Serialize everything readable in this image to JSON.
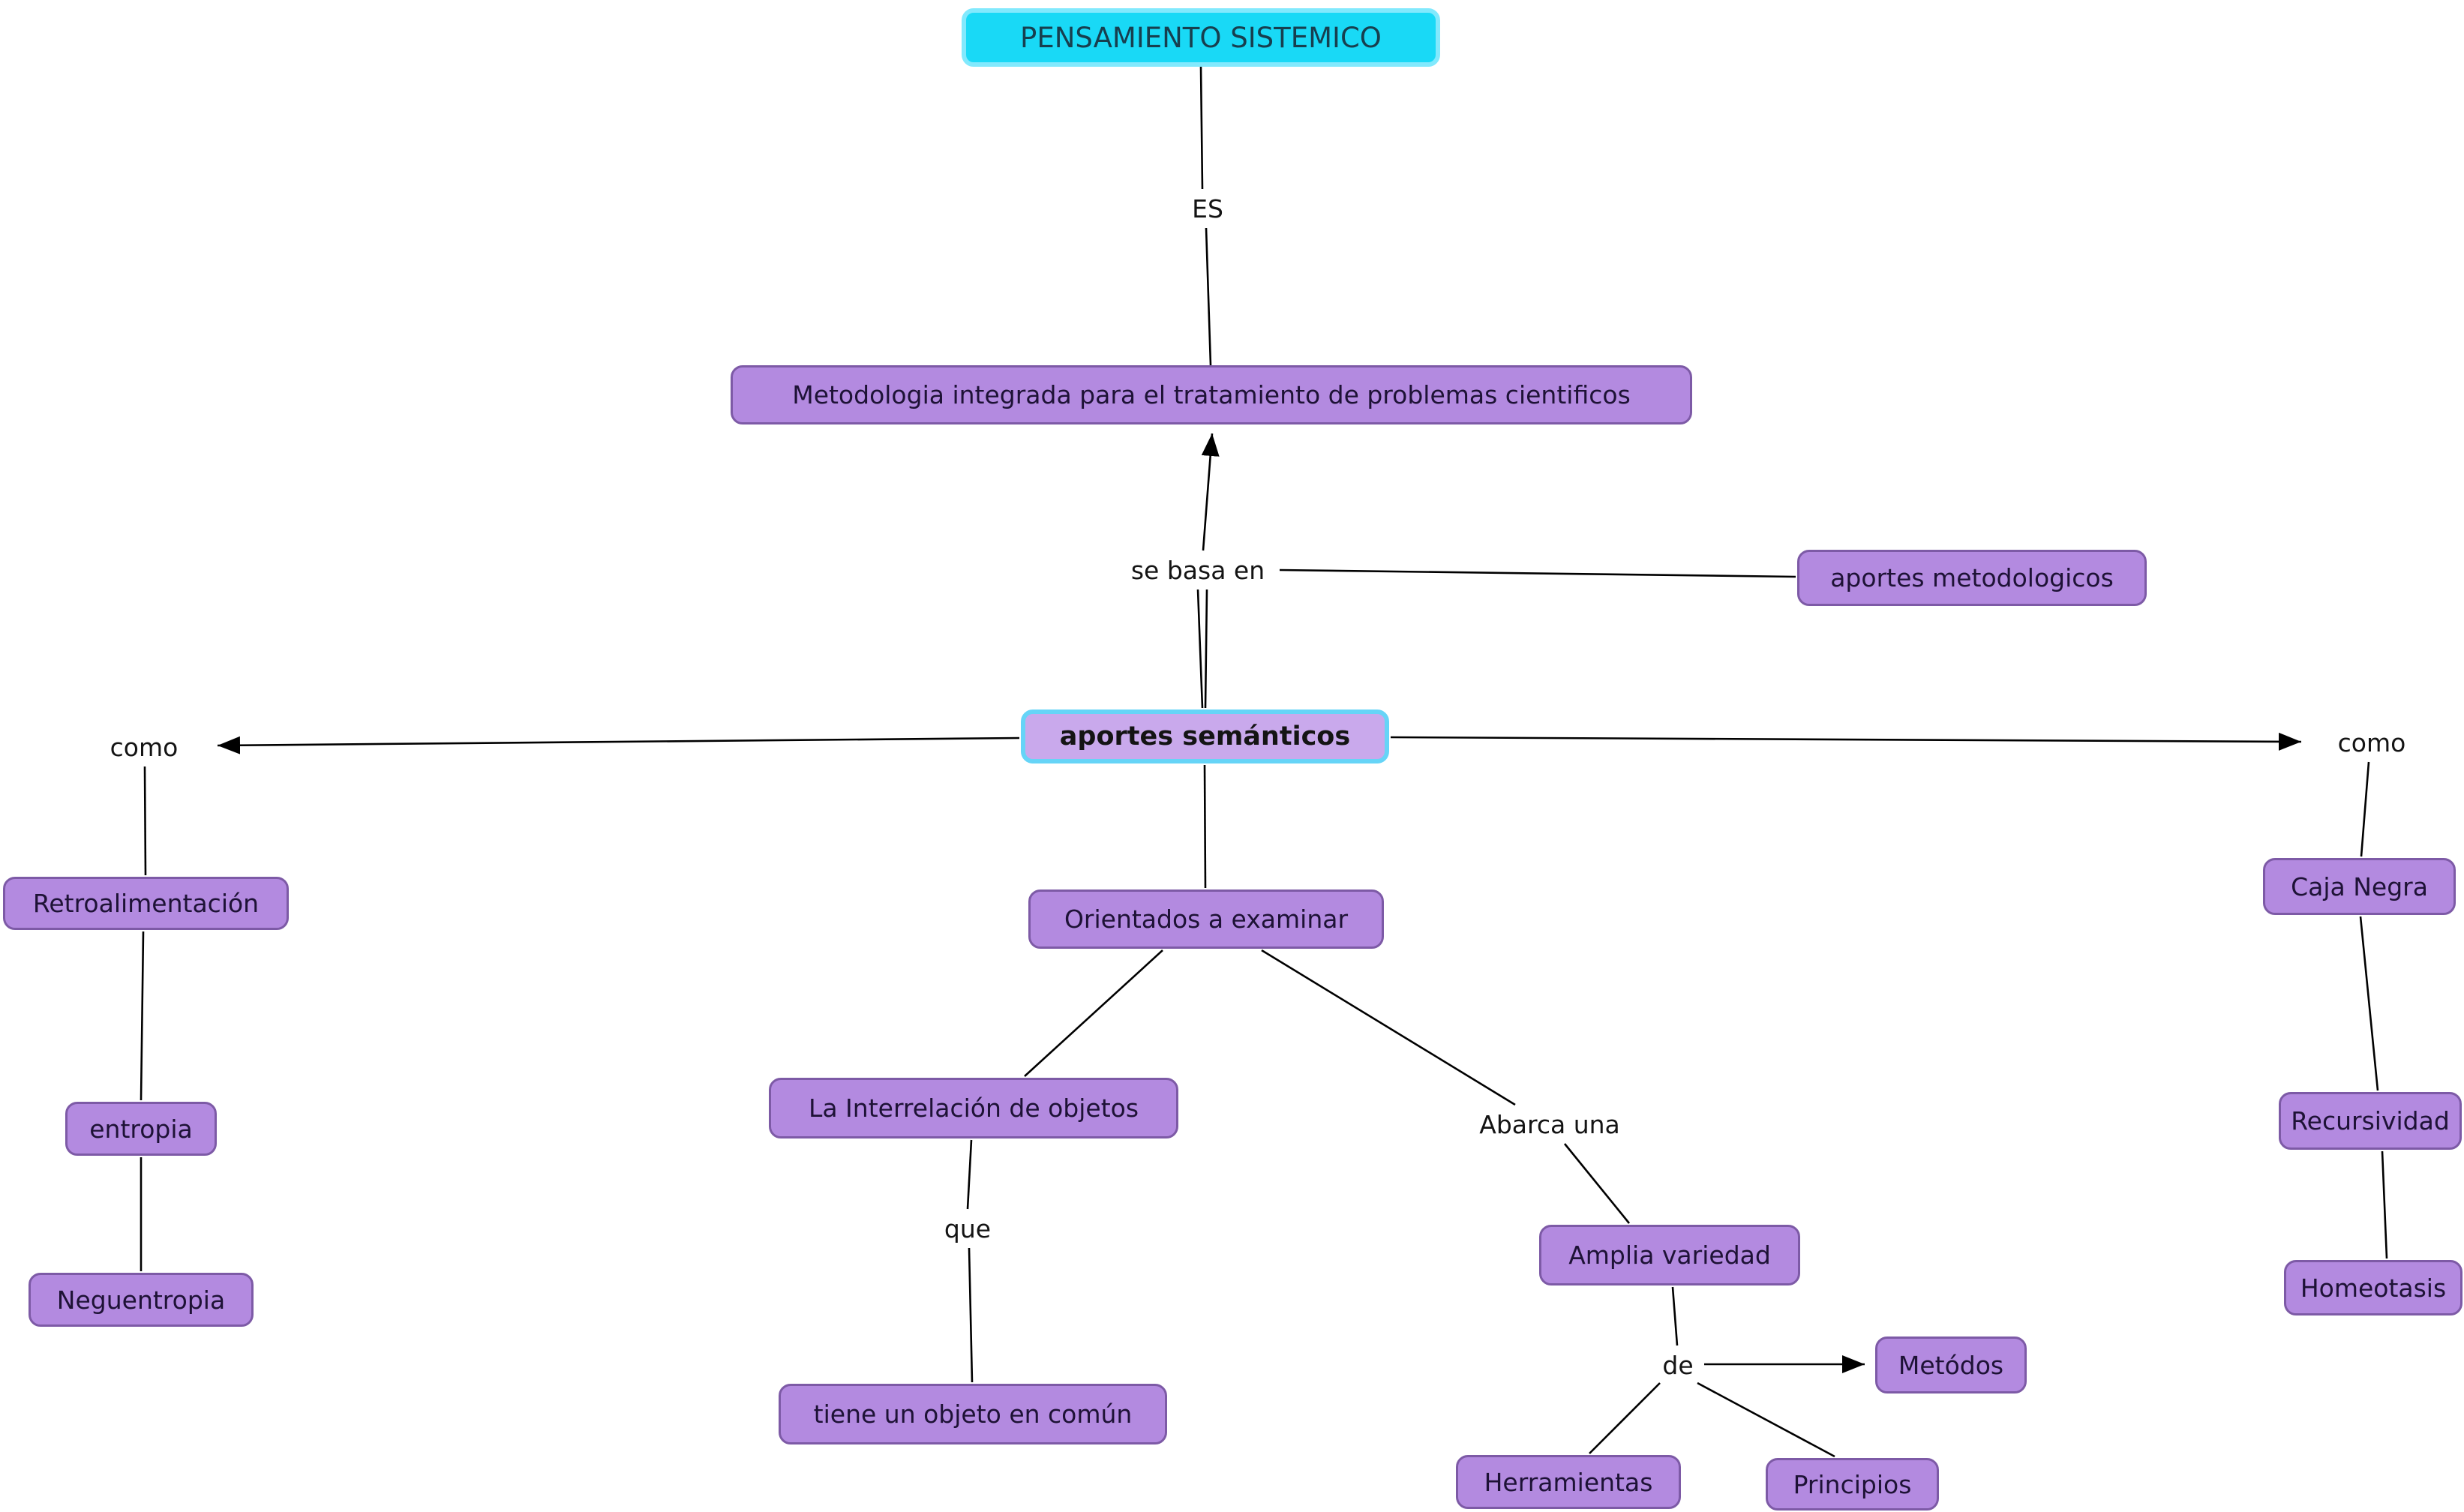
{
  "concept_map": {
    "nodes": {
      "pensamiento_sistemico": "PENSAMIENTO SISTEMICO",
      "metodologia": "Metodologia integrada para el tratamiento de problemas cientificos",
      "aportes_metodologicos": "aportes metodologicos",
      "aportes_semanticos": "aportes semánticos",
      "orientados": "Orientados a examinar",
      "interrelacion": "La Interrelación de objetos",
      "tiene_objeto": "tiene un objeto en común",
      "amplia_variedad": "Amplia variedad",
      "metodos": "Metódos",
      "herramientas": "Herramientas",
      "principios": "Principios",
      "retroalimentacion": "Retroalimentación",
      "entropia": "entropia",
      "neguentropia": "Neguentropia",
      "caja_negra": "Caja Negra",
      "recursividad": "Recursividad",
      "homeotasis": "Homeotasis"
    },
    "link_phrases": {
      "es": "ES",
      "se_basa_en": "se basa en",
      "como_left": "como",
      "como_right": "como",
      "abarca_una": "Abarca una",
      "que": "que",
      "de": "de"
    },
    "colors": {
      "node_fill": "#b38ae0",
      "node_border": "#7d5aa6",
      "node_text": "#1e1236",
      "title_fill": "#19d9f6",
      "title_border": "#82e9fd",
      "title_text": "#173f4f",
      "semantic_fill": "#c9a9ec",
      "semantic_border": "#66d4f7",
      "line": "#000000"
    }
  }
}
